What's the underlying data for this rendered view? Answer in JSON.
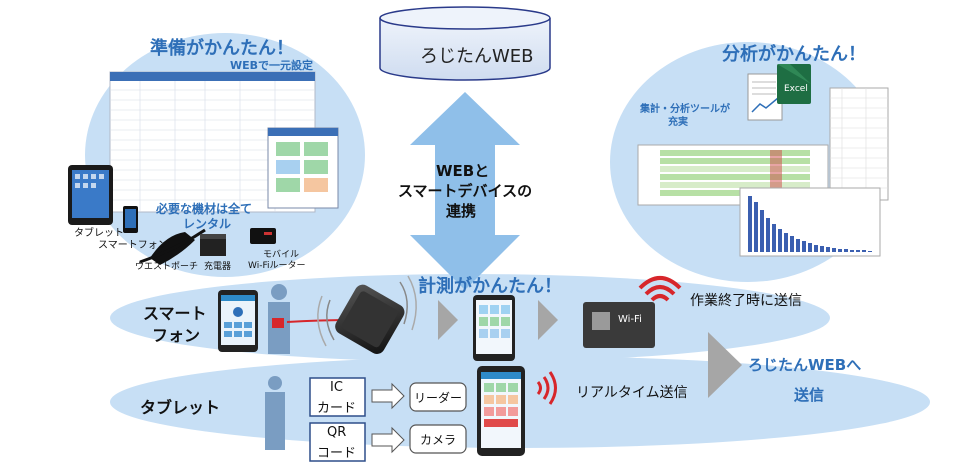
{
  "db_label": "ろじたんWEB",
  "center_arrow_text": [
    "WEBと",
    "スマートデバイスの",
    "連携"
  ],
  "prep": {
    "title": "準備がかんたん！",
    "web_setting": "WEBで一元設定",
    "rental_line1": "必要な機材は全て",
    "rental_line2": "レンタル",
    "devices": {
      "tablet": "タブレット",
      "smartphone": "スマートフォン",
      "waist_pouch": "ウエストポーチ",
      "charger": "充電器",
      "router_line1": "モバイル",
      "router_line2": "Wi-Fiルーター"
    }
  },
  "analysis": {
    "title": "分析がかんたん！",
    "tool_line1": "集計・分析ツールが",
    "tool_line2": "充実",
    "excel_label": "Excel"
  },
  "measure": {
    "title": "計測がかんたん！",
    "smartphone_line1": "スマート",
    "smartphone_line2": "フォン",
    "tablet": "タブレット",
    "ic_line1": "IC",
    "ic_line2": "カード",
    "qr_line1": "QR",
    "qr_line2": "コード",
    "reader": "リーダー",
    "camera": "カメラ",
    "wifi": "Wi-Fi",
    "send_on_end": "作業終了時に送信",
    "realtime_send": "リアルタイム送信",
    "send_to_line1": "ろじたんWEBへ",
    "send_to_line2": "送信"
  },
  "colors": {
    "ellipse": "#c7dff5",
    "ellipse_bottom": "#bcd9f2",
    "arrow": "#8fbfe9",
    "title_blue": "#2e6fb8",
    "db_fill": "#d9e4f5",
    "signal_red": "#d7262b",
    "gray_arrow": "#a6a6a6"
  },
  "icons": [
    "database-icon",
    "tablet-icon",
    "smartphone-icon",
    "waist-pouch-icon",
    "charger-icon",
    "router-icon",
    "excel-icon",
    "person-icon",
    "wifi-signal-icon",
    "nfc-signal-icon",
    "chevron-right-icon"
  ]
}
